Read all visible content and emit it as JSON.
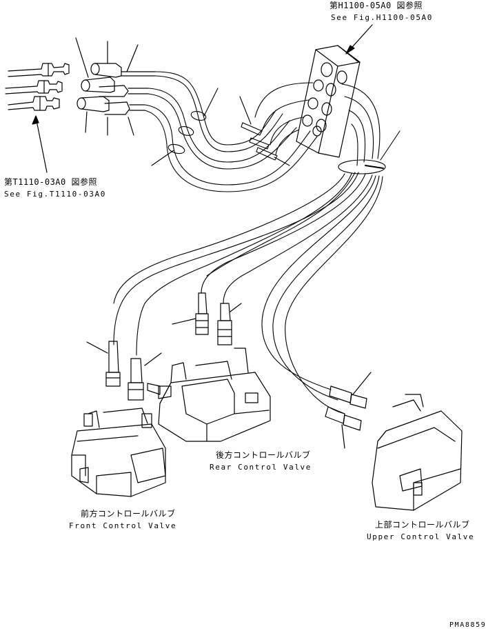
{
  "references": {
    "top_right_jp": "第H1100-05A0 図参照",
    "top_right_en": "See Fig.H1100-05A0",
    "left_jp": "第T1110-03A0 図参照",
    "left_en": "See Fig.T1110-03A0"
  },
  "components": {
    "rear_jp": "後方コントロールバルブ",
    "rear_en": "Rear Control Valve",
    "front_jp": "前方コントロールバルブ",
    "front_en": "Front Control Valve",
    "upper_jp": "上部コントロールバルブ",
    "upper_en": "Upper Control Valve"
  },
  "drawing_code": "PMA8859"
}
